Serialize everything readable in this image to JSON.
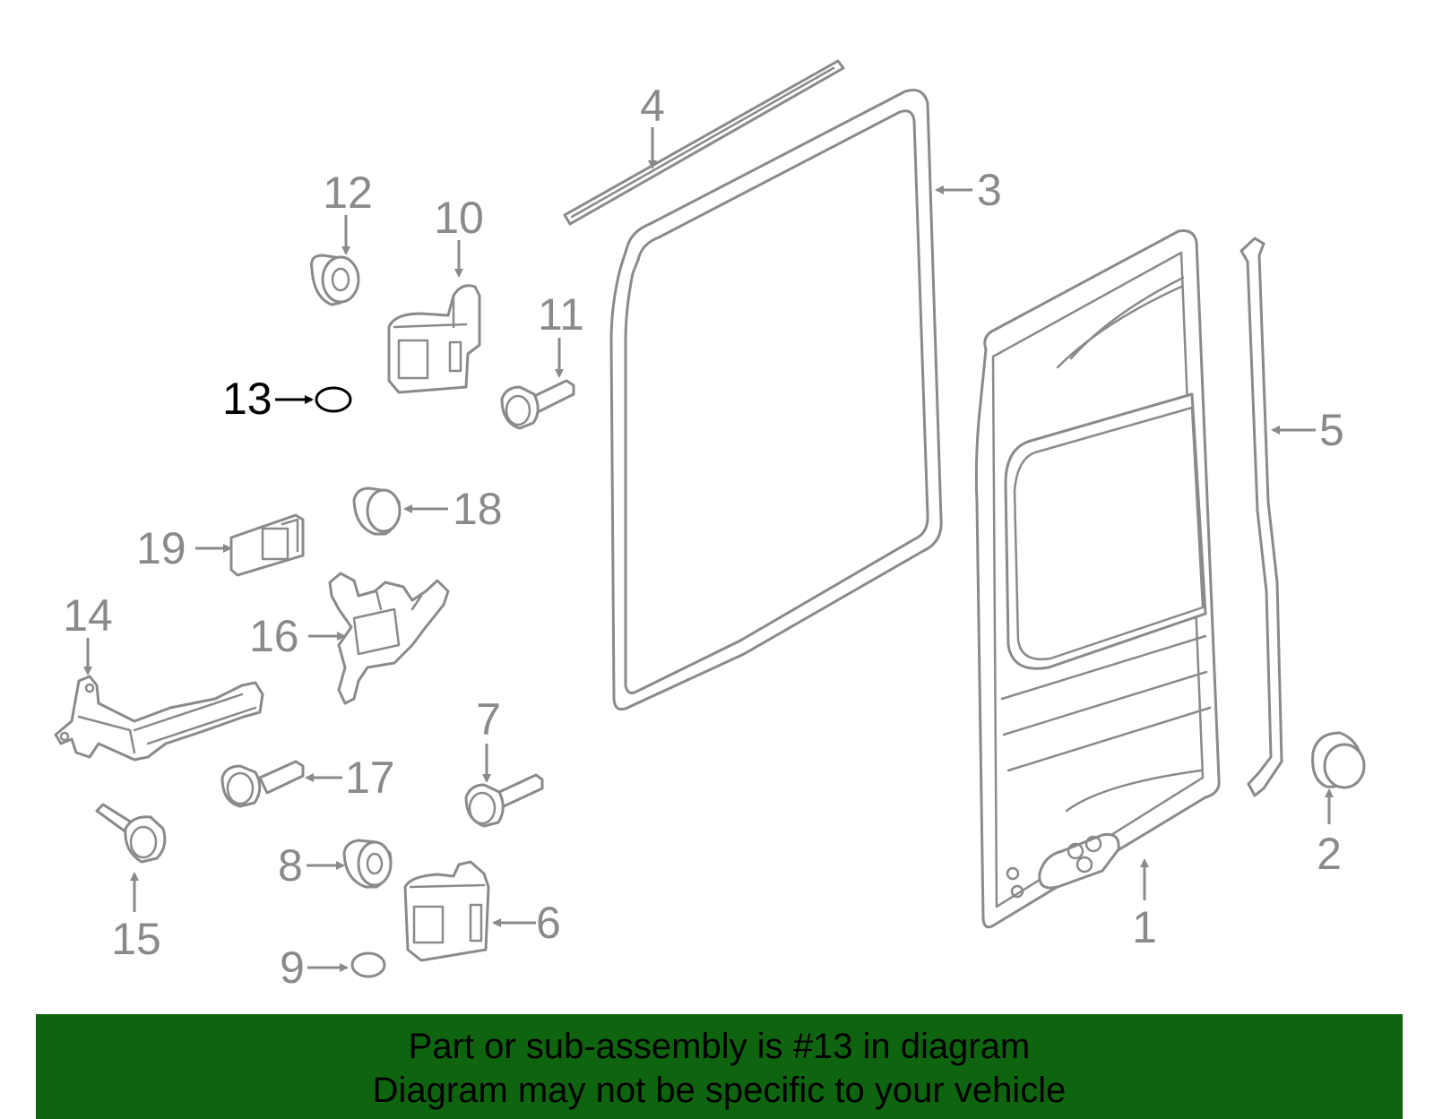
{
  "callouts": {
    "c1": "1",
    "c2": "2",
    "c3": "3",
    "c4": "4",
    "c5": "5",
    "c6": "6",
    "c7": "7",
    "c8": "8",
    "c9": "9",
    "c10": "10",
    "c11": "11",
    "c12": "12",
    "c13": "13",
    "c14": "14",
    "c15": "15",
    "c16": "16",
    "c17": "17",
    "c18": "18",
    "c19": "19"
  },
  "highlighted_part": "13",
  "colors": {
    "banner": "#0f650f",
    "line": "#8a8a8a",
    "highlight": "#000000"
  },
  "banner": {
    "line1": "Part or sub-assembly is #13 in diagram",
    "line2": "Diagram may not be specific to your vehicle"
  }
}
